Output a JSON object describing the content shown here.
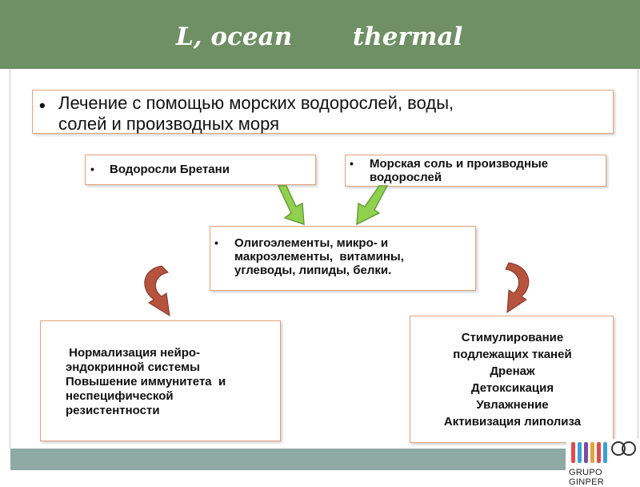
{
  "header": {
    "title": "L, ocean       thermal"
  },
  "boxes": {
    "main": {
      "bullet": "•",
      "lines": [
        "Лечение с помощью морских водорослей, воды,",
        "солей и производных моря"
      ]
    },
    "algae": {
      "bullet": "•",
      "text": "Водоросли Бретани"
    },
    "salt": {
      "bullet": "•",
      "lines": [
        "Морская соль и производные",
        "водорослей"
      ]
    },
    "elements": {
      "bullet": "•",
      "lines": [
        "Олигоэлементы, микро- и",
        "макроэлементы,  витамины,",
        "углеводы, липиды, белки."
      ]
    },
    "left": {
      "lines": [
        " Нормализация нейро-",
        "эндокринной системы",
        "Повышение иммунитета  и",
        "неспецифической",
        "резистентности"
      ]
    },
    "right": {
      "lines": [
        "Стимулирование",
        "подлежащих тканей",
        "Дренаж",
        "Детоксикация",
        "Увлажнение",
        "Активизация липолиза"
      ]
    }
  },
  "logo": {
    "text": "GRUPO GINPER",
    "colors": [
      "#e04b4b",
      "#3aa0d8",
      "#7a4aa8",
      "#e0a43a"
    ]
  },
  "colors": {
    "header": "#6f8f64",
    "footer": "#8fa9a5",
    "box_border": "#e2a27c",
    "green_arrow": "#8fd14f",
    "red_arrow": "#b5533f"
  }
}
